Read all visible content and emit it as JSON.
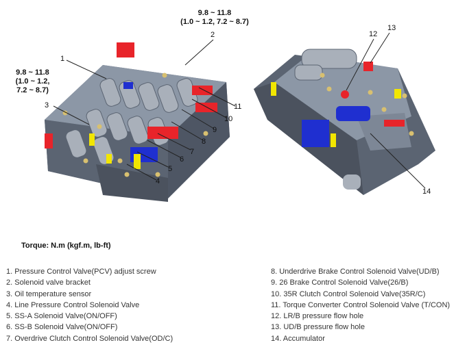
{
  "torque_specs": [
    {
      "line1": "9.8 ~ 11.8",
      "line2": "(1.0 ~ 1.2, 7.2 ~ 8.7)"
    },
    {
      "line1": "9.8 ~ 11.8",
      "line2": "(1.0 ~ 1.2,",
      "line3": "7.2 ~ 8.7)"
    }
  ],
  "callouts": [
    "1",
    "2",
    "3",
    "4",
    "5",
    "6",
    "7",
    "8",
    "9",
    "10",
    "11",
    "12",
    "13",
    "14"
  ],
  "torque_heading": "Torque: N.m (kgf.m, lb-ft)",
  "legend": [
    "1. Pressure Control Valve(PCV) adjust screw",
    "2. Solenoid valve bracket",
    "3. Oil temperature sensor",
    "4. Line Pressure Control Solenoid Valve",
    "5. SS-A Solenoid Valve(ON/OFF)",
    "6. SS-B Solenoid Valve(ON/OFF)",
    "7. Overdrive Clutch Control Solenoid Valve(OD/C)",
    "8. Underdrive Brake Control Solenoid Valve(UD/B)",
    "9. 26 Brake Control Solenoid Valve(26/B)",
    "10. 35R Clutch Control Solenoid Valve(35R/C)",
    "11. Torque Converter Control Solenoid Valve (T/CON)",
    "12. LR/B pressure flow hole",
    "13. UD/B pressure flow hole",
    "14. Accumulator"
  ],
  "colors": {
    "body": "#8c97a6",
    "body_dark": "#5b6472",
    "solenoid": "#a9b0ba",
    "red": "#e8242a",
    "yellow": "#f2e600",
    "blue": "#1f2fd0",
    "brass": "#d8c070"
  }
}
